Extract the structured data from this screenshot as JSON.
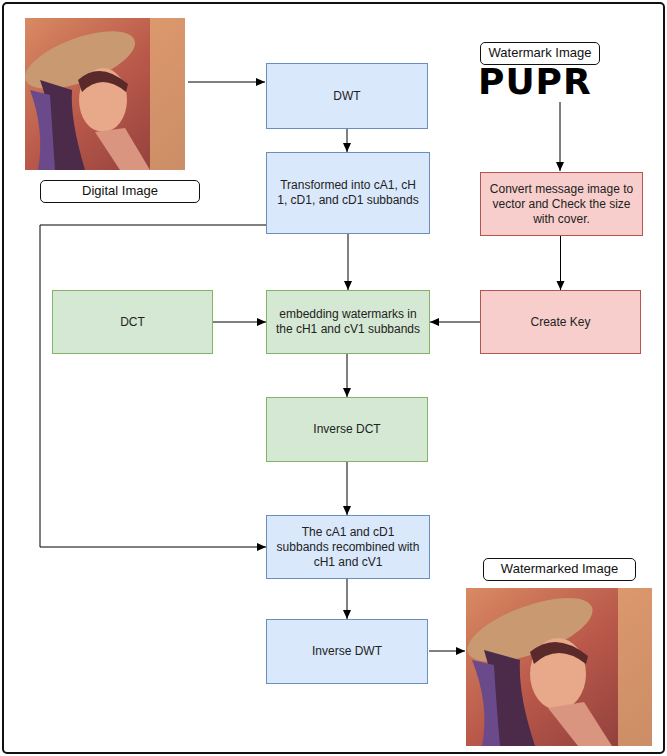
{
  "diagram": {
    "nodes": [
      {
        "text": [
          "Watermark Image"
        ]
      },
      {
        "text": [
          "DWT"
        ]
      },
      {
        "text": [
          "Transformed into cA1, cH 1, cD1, and cD1 subbands"
        ]
      },
      {
        "text": [
          "Convert message image to vector and Check the size with cover."
        ]
      },
      {
        "text": [
          "Digital Image"
        ]
      },
      {
        "text": [
          "DCT"
        ]
      },
      {
        "text": [
          "embedding watermarks in the cH1 and cV1 subbands"
        ]
      },
      {
        "text": [
          "Create Key"
        ]
      },
      {
        "text": [
          "Inverse DCT"
        ]
      },
      {
        "text": [
          "The cA1 and cD1 subbands recombined with cH1 and cV1"
        ]
      },
      {
        "text": [
          "Watermarked Image"
        ]
      },
      {
        "text": [
          "Inverse DWT"
        ]
      }
    ],
    "edges": [
      {
        "from": 1,
        "to": 2,
        "arrow": "to"
      },
      {
        "from": 2,
        "to": 6,
        "arrow": "to"
      },
      {
        "from": 2,
        "to": 9,
        "arrow": "to"
      },
      {
        "from": 3,
        "to": 7,
        "arrow": "to"
      },
      {
        "from": 5,
        "to": 6,
        "arrow": "to"
      },
      {
        "from": 7,
        "to": 6,
        "arrow": "to"
      },
      {
        "from": 6,
        "to": 8,
        "arrow": "to"
      },
      {
        "from": 8,
        "to": 9,
        "arrow": "to"
      },
      {
        "from": 9,
        "to": 11,
        "arrow": "to"
      }
    ],
    "labels": [
      "PUPR"
    ]
  }
}
